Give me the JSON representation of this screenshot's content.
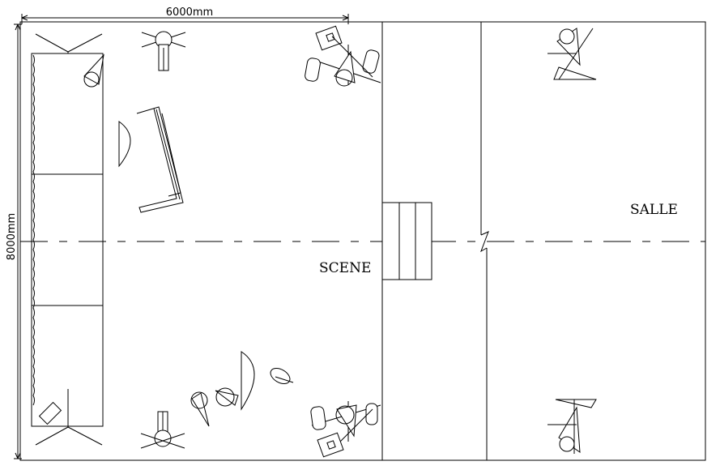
{
  "dimensions": {
    "width_label": "6000mm",
    "height_label": "8000mm"
  },
  "zones": {
    "stage_label": "SCENE",
    "hall_label": "SALLE"
  }
}
